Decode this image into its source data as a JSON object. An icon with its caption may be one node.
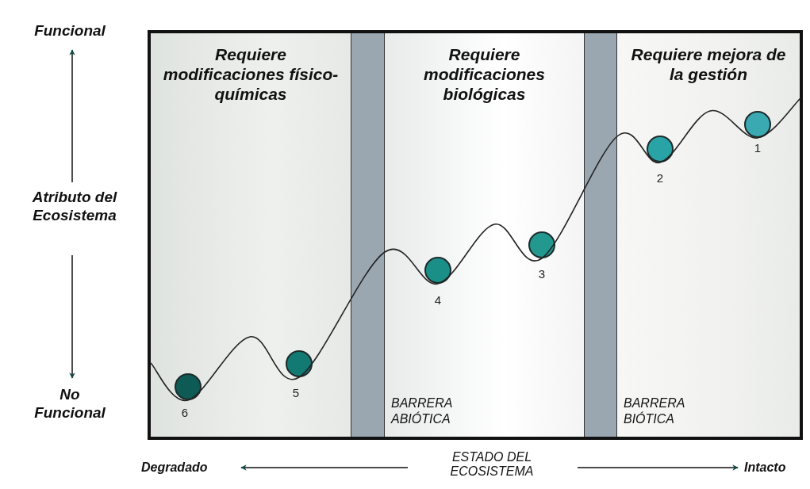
{
  "diagram": {
    "nodes": [
      {
        "text": [
          "Requiere modificaciones físico-químicas"
        ]
      },
      {
        "text": [],
        "shape": "bar",
        "beside": [
          "BARRERA ABIÓTICA"
        ]
      },
      {
        "text": [
          "Requiere modificaciones biológicas"
        ]
      },
      {
        "text": [],
        "shape": "bar",
        "beside": [
          "BARRERA BIÓTICA"
        ]
      },
      {
        "text": [
          "Requiere mejora de la gestión"
        ]
      },
      {
        "text": [],
        "shape": "circle",
        "beside": [
          "6"
        ],
        "in": 0
      },
      {
        "text": [],
        "shape": "circle",
        "beside": [
          "5"
        ],
        "in": 0
      },
      {
        "text": [],
        "shape": "circle",
        "beside": [
          "4"
        ],
        "in": 2
      },
      {
        "text": [],
        "shape": "circle",
        "beside": [
          "3"
        ],
        "in": 2
      },
      {
        "text": [],
        "shape": "circle",
        "beside": [
          "2"
        ],
        "in": 4
      },
      {
        "text": [],
        "shape": "circle",
        "beside": [
          "1"
        ],
        "in": 4
      }
    ],
    "labels": [
      "Funcional",
      "Atributo del Ecosistema",
      "No Funcional",
      "Degradado",
      "ESTADO DEL ECOSISTEMA",
      "Intacto"
    ]
  }
}
